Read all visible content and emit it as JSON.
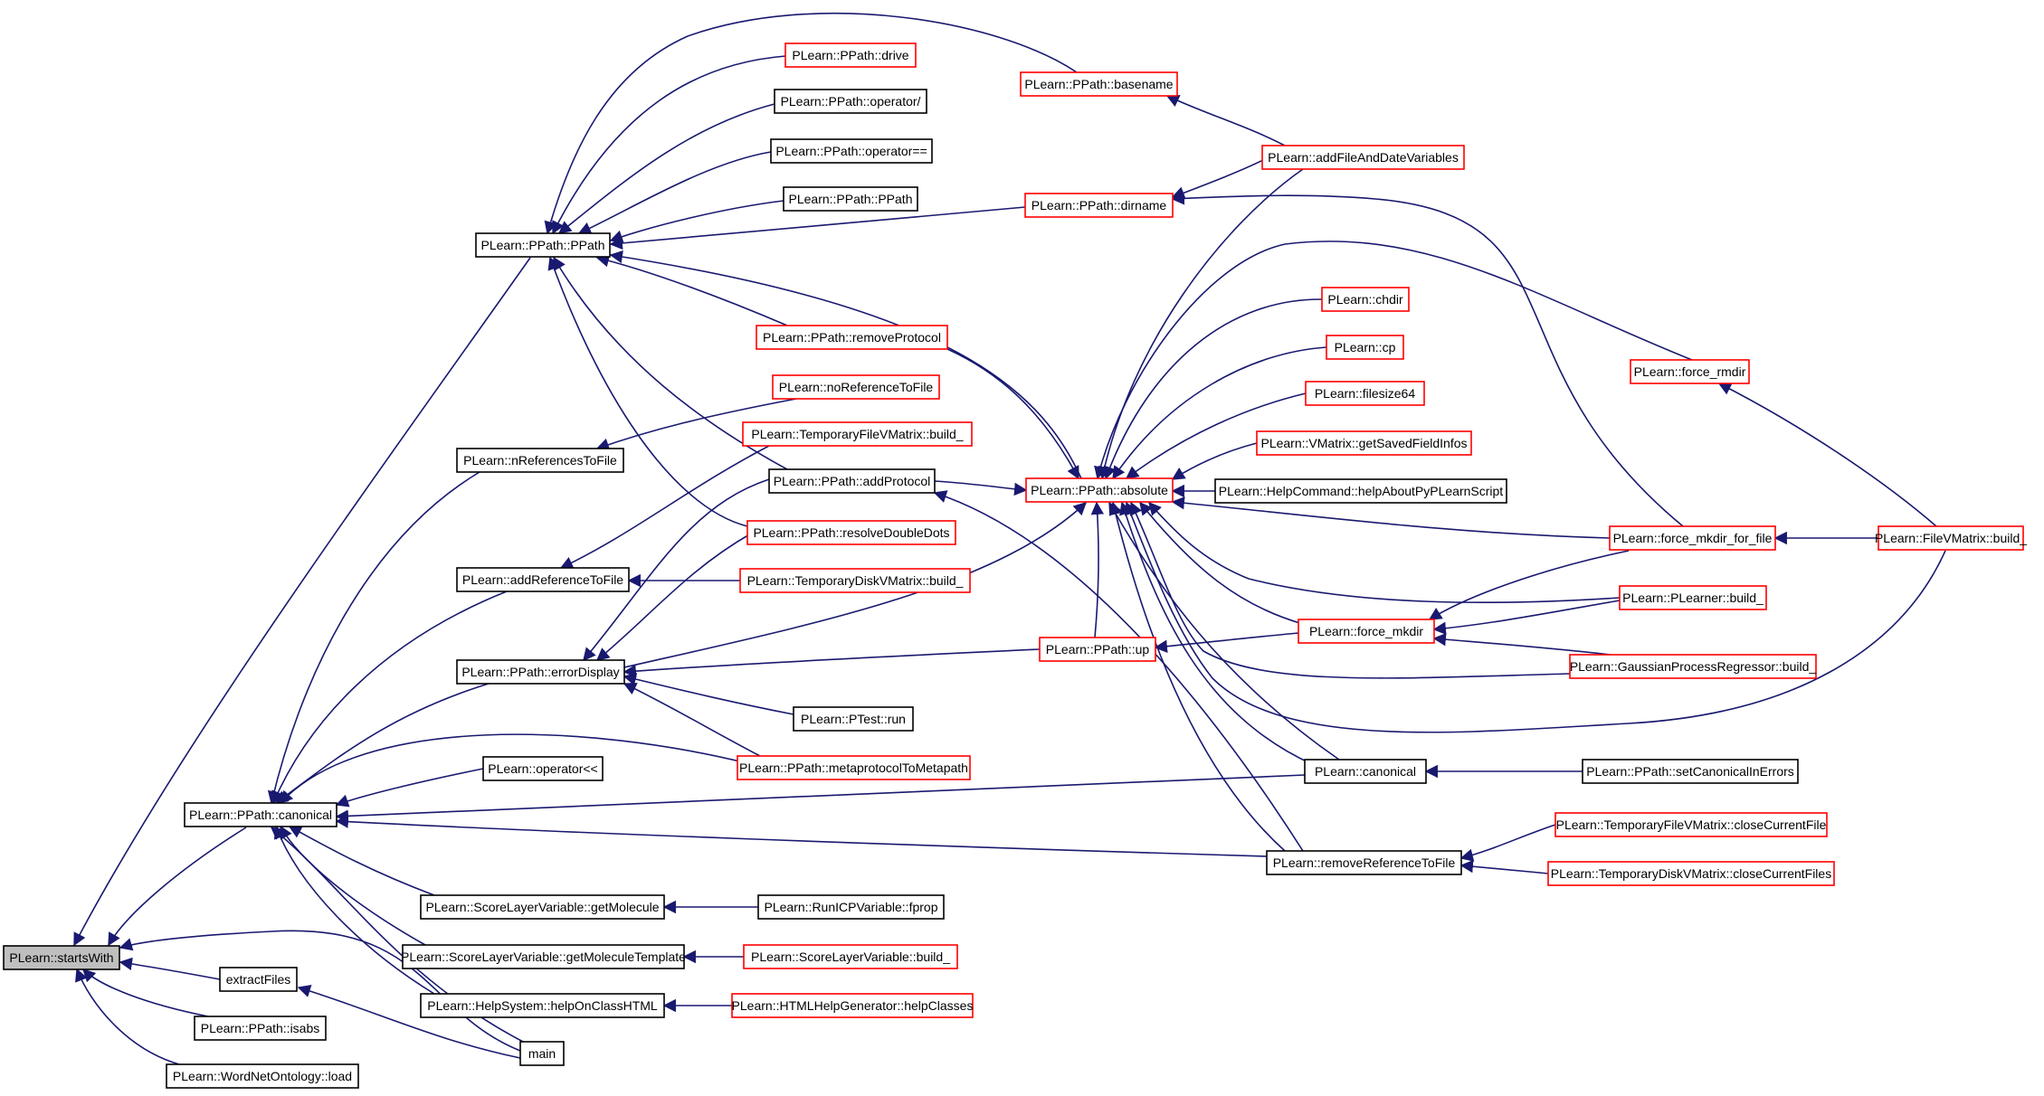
{
  "graph": {
    "nodes": [
      {
        "id": "startsWith",
        "label": "PLearn::startsWith",
        "style": "root"
      },
      {
        "id": "ppath_ppath",
        "label": "PLearn::PPath::PPath",
        "style": "black"
      },
      {
        "id": "ppath_canonical",
        "label": "PLearn::PPath::canonical",
        "style": "black"
      },
      {
        "id": "extractFiles",
        "label": "extractFiles",
        "style": "black"
      },
      {
        "id": "ppath_isabs",
        "label": "PLearn::PPath::isabs",
        "style": "black"
      },
      {
        "id": "wordnet_load",
        "label": "PLearn::WordNetOntology::load",
        "style": "black"
      },
      {
        "id": "main",
        "label": "main",
        "style": "black"
      },
      {
        "id": "nrefs",
        "label": "PLearn::nReferencesToFile",
        "style": "black"
      },
      {
        "id": "addref",
        "label": "PLearn::addReferenceToFile",
        "style": "black"
      },
      {
        "id": "errordisplay",
        "label": "PLearn::PPath::errorDisplay",
        "style": "black"
      },
      {
        "id": "opshift",
        "label": "PLearn::operator<<",
        "style": "black"
      },
      {
        "id": "getmol",
        "label": "PLearn::ScoreLayerVariable::getMolecule",
        "style": "black"
      },
      {
        "id": "getmoltpl",
        "label": "PLearn::ScoreLayerVariable::getMoleculeTemplate",
        "style": "black"
      },
      {
        "id": "helponclass",
        "label": "PLearn::HelpSystem::helpOnClassHTML",
        "style": "black"
      },
      {
        "id": "drive",
        "label": "PLearn::PPath::drive",
        "style": "red"
      },
      {
        "id": "opslash",
        "label": "PLearn::PPath::operator/",
        "style": "black"
      },
      {
        "id": "opeq",
        "label": "PLearn::PPath::operator==",
        "style": "black"
      },
      {
        "id": "ppath_ppath2",
        "label": "PLearn::PPath::PPath",
        "style": "black"
      },
      {
        "id": "removeproto",
        "label": "PLearn::PPath::removeProtocol",
        "style": "red"
      },
      {
        "id": "norefs",
        "label": "PLearn::noReferenceToFile",
        "style": "red"
      },
      {
        "id": "tmpfile_build",
        "label": "PLearn::TemporaryFileVMatrix::build_",
        "style": "red"
      },
      {
        "id": "addproto",
        "label": "PLearn::PPath::addProtocol",
        "style": "black"
      },
      {
        "id": "resolvedots",
        "label": "PLearn::PPath::resolveDoubleDots",
        "style": "red"
      },
      {
        "id": "tmpdisk_build",
        "label": "PLearn::TemporaryDiskVMatrix::build_",
        "style": "red"
      },
      {
        "id": "ptest_run",
        "label": "PLearn::PTest::run",
        "style": "black"
      },
      {
        "id": "metaproto",
        "label": "PLearn::PPath::metaprotocolToMetapath",
        "style": "red"
      },
      {
        "id": "runicp",
        "label": "PLearn::RunICPVariable::fprop",
        "style": "black"
      },
      {
        "id": "scorelayer_build",
        "label": "PLearn::ScoreLayerVariable::build_",
        "style": "red"
      },
      {
        "id": "helpclasses",
        "label": "PLearn::HTMLHelpGenerator::helpClasses",
        "style": "red"
      },
      {
        "id": "basename",
        "label": "PLearn::PPath::basename",
        "style": "red"
      },
      {
        "id": "dirname",
        "label": "PLearn::PPath::dirname",
        "style": "red"
      },
      {
        "id": "absolute",
        "label": "PLearn::PPath::absolute",
        "style": "red"
      },
      {
        "id": "ppath_up",
        "label": "PLearn::PPath::up",
        "style": "red"
      },
      {
        "id": "addfiledate",
        "label": "PLearn::addFileAndDateVariables",
        "style": "red"
      },
      {
        "id": "chdir",
        "label": "PLearn::chdir",
        "style": "red"
      },
      {
        "id": "cp",
        "label": "PLearn::cp",
        "style": "red"
      },
      {
        "id": "filesize64",
        "label": "PLearn::filesize64",
        "style": "red"
      },
      {
        "id": "getsaved",
        "label": "PLearn::VMatrix::getSavedFieldInfos",
        "style": "red"
      },
      {
        "id": "helpabout",
        "label": "PLearn::HelpCommand::helpAboutPyPLearnScript",
        "style": "black"
      },
      {
        "id": "force_mkdir",
        "label": "PLearn::force_mkdir",
        "style": "red"
      },
      {
        "id": "canonical_fn",
        "label": "PLearn::canonical",
        "style": "black"
      },
      {
        "id": "removeref",
        "label": "PLearn::removeReferenceToFile",
        "style": "black"
      },
      {
        "id": "force_rmdir",
        "label": "PLearn::force_rmdir",
        "style": "red"
      },
      {
        "id": "force_mkdir_file",
        "label": "PLearn::force_mkdir_for_file",
        "style": "red"
      },
      {
        "id": "plearner_build",
        "label": "PLearn::PLearner::build_",
        "style": "red"
      },
      {
        "id": "gpr_build",
        "label": "PLearn::GaussianProcessRegressor::build_",
        "style": "red"
      },
      {
        "id": "setcanon",
        "label": "PLearn::PPath::setCanonicalInErrors",
        "style": "black"
      },
      {
        "id": "tmpfile_close",
        "label": "PLearn::TemporaryFileVMatrix::closeCurrentFile",
        "style": "red"
      },
      {
        "id": "tmpdisk_close",
        "label": "PLearn::TemporaryDiskVMatrix::closeCurrentFiles",
        "style": "red"
      },
      {
        "id": "filevmat_build",
        "label": "PLearn::FileVMatrix::build_",
        "style": "red"
      }
    ],
    "colors": {
      "edge": "#191970",
      "red_border": "#ff0000",
      "black_border": "#000000",
      "root_fill": "#bfbfbf"
    }
  }
}
